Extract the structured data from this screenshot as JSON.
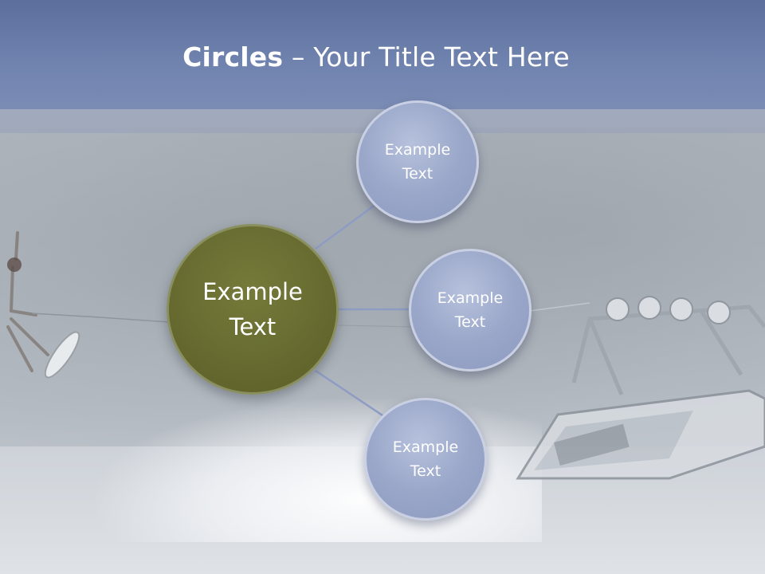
{
  "title": {
    "bold": "Circles",
    "rest": " – Your Title Text Here"
  },
  "circles": {
    "main": "Example\nText",
    "top": "Example\nText",
    "middle": "Example\nText",
    "bottom": "Example\nText"
  },
  "colors": {
    "header": "#6f82ae",
    "main_circle": "#676b30",
    "small_circle": "#9aa7c9",
    "connector": "#8e9cc4"
  }
}
